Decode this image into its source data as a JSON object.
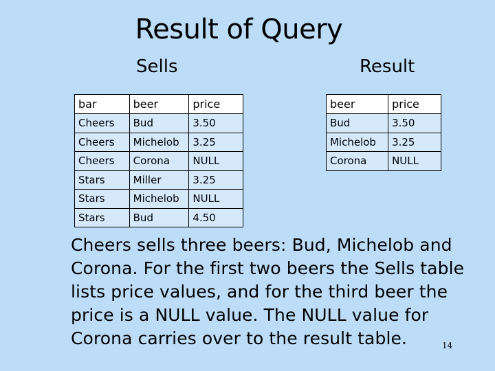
{
  "title": "Result of Query",
  "sells_table": {
    "caption": "Sells",
    "headers": [
      "bar",
      "beer",
      "price"
    ],
    "rows": [
      [
        "Cheers",
        "Bud",
        "3.50"
      ],
      [
        "Cheers",
        "Michelob",
        "3.25"
      ],
      [
        "Cheers",
        "Corona",
        "NULL"
      ],
      [
        "Stars",
        "Miller",
        "3.25"
      ],
      [
        "Stars",
        "Michelob",
        "NULL"
      ],
      [
        "Stars",
        "Bud",
        "4.50"
      ]
    ]
  },
  "result_table": {
    "caption": "Result",
    "headers": [
      "beer",
      "price"
    ],
    "rows": [
      [
        "Bud",
        "3.50"
      ],
      [
        "Michelob",
        "3.25"
      ],
      [
        "Corona",
        "NULL"
      ]
    ]
  },
  "explanation": "Cheers sells three beers: Bud, Michelob and Corona. For the first two beers the Sells table lists price values, and for the third beer the price is a NULL value. The NULL value for Corona carries over to the result table.",
  "page_number": "14",
  "colors": {
    "background": "#bcdcf8",
    "table_header": "#ffffff",
    "table_body": "#d5e9fb"
  }
}
